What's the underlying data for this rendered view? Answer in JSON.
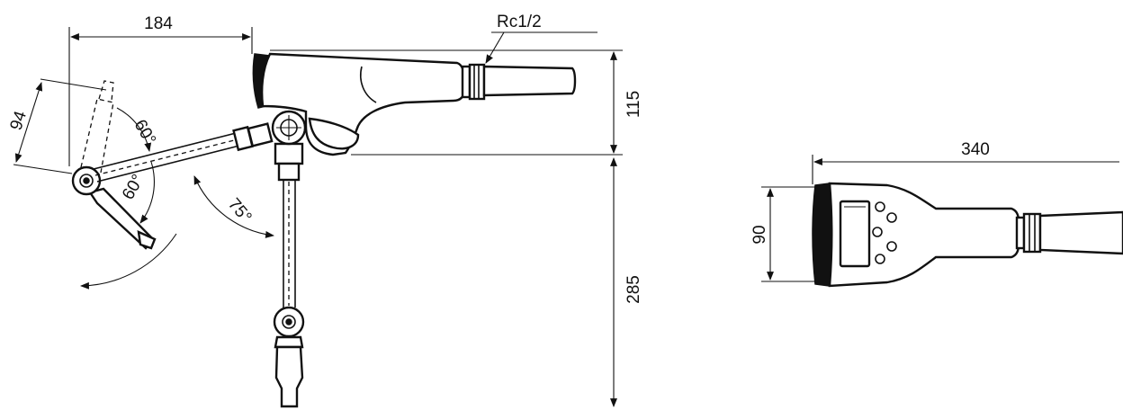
{
  "side_view": {
    "dim_reach": "184",
    "dim_arm_length": "94",
    "angle_upper": "60°",
    "angle_lower": "60°",
    "angle_boom": "75°",
    "thread_label": "Rc1/2",
    "dim_height_upper": "115",
    "dim_height_lower": "285"
  },
  "top_view": {
    "dim_length": "340",
    "dim_width": "90"
  }
}
